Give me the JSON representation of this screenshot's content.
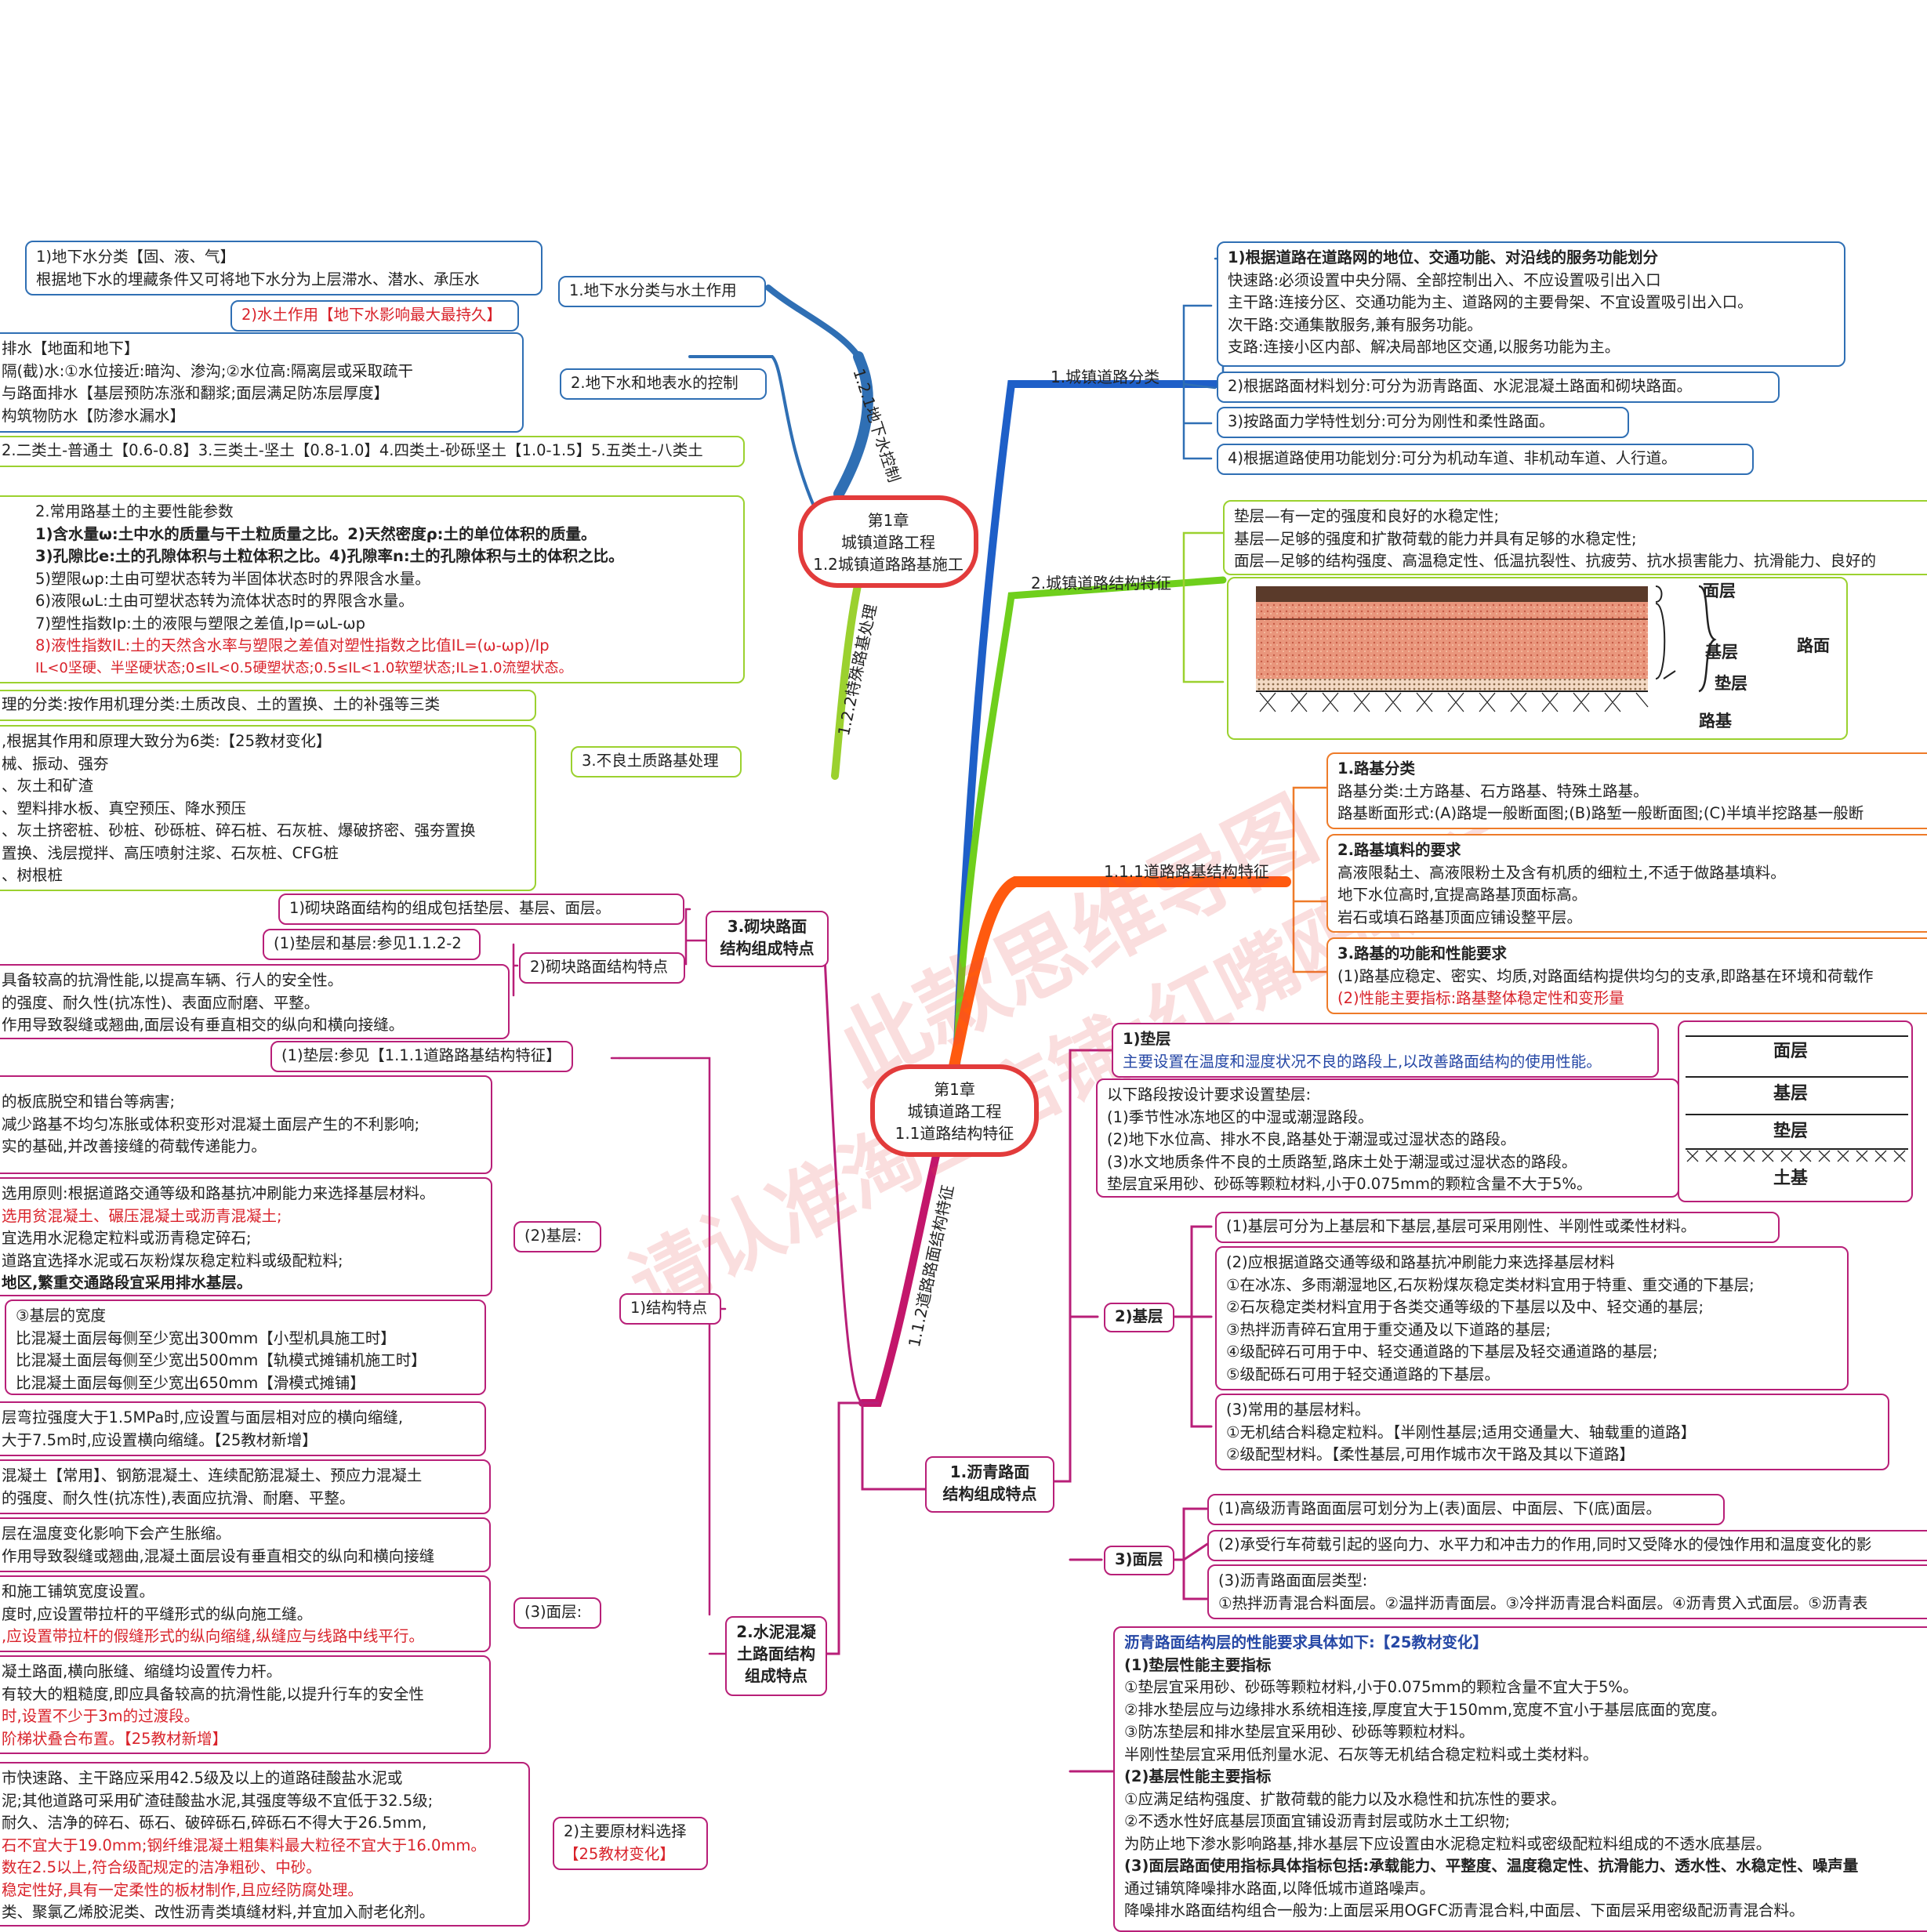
{
  "centers": {
    "top": [
      "第1章",
      "城镇道路工程",
      "1.2城镇道路路基施工"
    ],
    "bottom": [
      "第1章",
      "城镇道路工程",
      "1.1道路结构特征"
    ]
  },
  "branches": {
    "b121": "1.2.1地下水控制",
    "b122": "1.2.2特殊路基处理",
    "b112": "1.1.2道路路面结构特征"
  },
  "labels": {
    "water_class": "1.地下水分类与水土作用",
    "water_control": "2.地下水和地表水的控制",
    "bad_soil": "3.不良土质路基处理",
    "road_class": "1.城镇道路分类",
    "road_struct": "2.城镇道路结构特征",
    "subgrade_struct": "1.1.1道路路基结构特征",
    "block_pave": [
      "3.砌块路面",
      "结构组成特点"
    ],
    "concrete_pave": [
      "2.水泥混凝",
      "土路面结构",
      "组成特点"
    ],
    "asphalt_pave": [
      "1.沥青路面",
      "结构组成特点"
    ],
    "block_feature": "2)砌块路面结构特点",
    "struct_feature": "1)结构特点",
    "base_label": "(2)基层:",
    "surface_label": "(3)面层:",
    "materials": [
      "2)主要原材料选择",
      "【25教材变化】"
    ],
    "a_cushion": "1)垫层",
    "a_base": "2)基层",
    "a_surface": "3)面层"
  },
  "texts": {
    "wc1": [
      "1)地下水分类【固、液、气】",
      "根据地下水的埋藏条件又可将地下水分为上层滞水、潜水、承压水"
    ],
    "wc2": "2)水土作用【地下水影响最大最持久】",
    "wctl": [
      "排水【地面和地下】",
      "隔(截)水:①水位接近:暗沟、渗沟;②水位高:隔离层或采取疏干",
      "与路面排水【基层预防冻涨和翻浆;面层满足防冻层厚度】",
      "构筑物防水【防渗水漏水】"
    ],
    "soil_types": "2.二类土-普通土【0.6-0.8】3.三类土-坚土【0.8-1.0】4.四类土-砂砾坚土【1.0-1.5】5.五类土-八类土",
    "params_title": "2.常用路基土的主要性能参数",
    "params": [
      "1)含水量ω:土中水的质量与干土粒质量之比。2)天然密度ρ:土的单位体积的质量。",
      "3)孔隙比e:土的孔隙体积与土粒体积之比。4)孔隙率n:土的孔隙体积与土的体积之比。",
      "5)塑限ωp:土由可塑状态转为半固体状态时的界限含水量。",
      "6)液限ωL:土由可塑状态转为流体状态时的界限含水量。",
      "7)塑性指数Ip:土的液限与塑限之差值,Ip=ωL-ωp",
      "8)液性指数IL:土的天然含水率与塑限之差值对塑性指数之比值IL=(ω-ωp)/Ip",
      "IL<0坚硬、半坚硬状态;0≤IL<0.5硬塑状态;0.5≤IL<1.0软塑状态;IL≥1.0流塑状态。"
    ],
    "treat_class": "理的分类:按作用机理分类:土质改良、土的置换、土的补强等三类",
    "treat_methods": [
      ",根据其作用和原理大致分为6类:【25教材变化】",
      "械、振动、强夯",
      "、灰土和矿渣",
      "、塑料排水板、真空预压、降水预压",
      "、灰土挤密桩、砂桩、砂砾桩、碎石桩、石灰桩、爆破挤密、强夯置换",
      "置换、浅层搅拌、高压喷射注浆、石灰桩、CFG桩",
      "、树根桩"
    ],
    "rc1": [
      "1)根据道路在道路网的地位、交通功能、对沿线的服务功能划分",
      "快速路:必须设置中央分隔、全部控制出入、不应设置吸引出入口",
      "主干路:连接分区、交通功能为主、道路网的主要骨架、不宜设置吸引出入口。",
      "次干路:交通集散服务,兼有服务功能。",
      "支路:连接小区内部、解决局部地区交通,以服务功能为主。"
    ],
    "rc2": "2)根据路面材料划分:可分为沥青路面、水泥混凝土路面和砌块路面。",
    "rc3": "3)按路面力学特性划分:可分为刚性和柔性路面。",
    "rc4": "4)根据道路使用功能划分:可分为机动车道、非机动车道、人行道。",
    "rs": [
      "垫层—有一定的强度和良好的水稳定性;",
      "基层—足够的强度和扩散荷载的能力并具有足够的水稳定性;",
      "面层—足够的结构强度、高温稳定性、低温抗裂性、抗疲劳、抗水损害能力、抗滑能力、良好的"
    ],
    "layer_labels": [
      "面层",
      "基层",
      "垫层",
      "路基",
      "路面"
    ],
    "sg1": [
      "1.路基分类",
      "路基分类:土方路基、石方路基、特殊土路基。",
      "路基断面形式:(A)路堤一般断面图;(B)路堑一般断面图;(C)半填半挖路基一般断"
    ],
    "sg2": [
      "2.路基填料的要求",
      "高液限黏土、高液限粉土及含有机质的细粒土,不适于做路基填料。",
      "地下水位高时,宜提高路基顶面标高。",
      "岩石或填石路基顶面应铺设整平层。"
    ],
    "sg3": [
      "3.路基的功能和性能要求",
      "(1)路基应稳定、密实、均质,对路面结构提供均匀的支承,即路基在环境和荷载作",
      "(2)性能主要指标:路基整体稳定性和变形量"
    ],
    "blk1": "1)砌块路面结构的组成包括垫层、基层、面层。",
    "blk2": "(1)垫层和基层:参见1.1.2-2",
    "blk3": [
      "具备较高的抗滑性能,以提高车辆、行人的安全性。",
      "的强度、耐久性(抗冻性)、表面应耐磨、平整。",
      "作用导致裂缝或翘曲,面层设有垂直相交的纵向和横向接缝。"
    ],
    "cc_cushion": "(1)垫层:参见【1.1.1道路路基结构特征】",
    "cc_a": [
      "的板底脱空和错台等病害;",
      "减少路基不均匀冻胀或体积变形对混凝土面层产生的不利影响;",
      "实的基础,并改善接缝的荷载传递能力。"
    ],
    "cc_b": [
      "选用原则:根据道路交通等级和路基抗冲刷能力来选择基层材料。",
      "选用贫混凝土、碾压混凝土或沥青混凝土;",
      "宜选用水泥稳定粒料或沥青稳定碎石;",
      "道路宜选择水泥或石灰粉煤灰稳定粒料或级配粒料;",
      "地区,繁重交通路段宜采用排水基层。"
    ],
    "cc_c": [
      "③基层的宽度",
      "比混凝土面层每侧至少宽出300mm【小型机具施工时】",
      "比混凝土面层每侧至少宽出500mm【轨模式摊铺机施工时】",
      "比混凝土面层每侧至少宽出650mm【滑模式摊铺】"
    ],
    "cc_d": [
      "层弯拉强度大于1.5MPa时,应设置与面层相对应的横向缩缝,",
      "大于7.5m时,应设置横向缩缝。【25教材新增】"
    ],
    "cc_e": [
      "混凝土【常用】、钢筋混凝土、连续配筋混凝土、预应力混凝土",
      "的强度、耐久性(抗冻性),表面应抗滑、耐磨、平整。"
    ],
    "cc_f": [
      "层在温度变化影响下会产生胀缩。",
      "作用导致裂缝或翘曲,混凝土面层设有垂直相交的纵向和横向接缝"
    ],
    "cc_g": [
      "和施工铺筑宽度设置。",
      "度时,应设置带拉杆的平缝形式的纵向施工缝。",
      ",应设置带拉杆的假缝形式的纵向缩缝,纵缝应与线路中线平行。"
    ],
    "cc_h": [
      "凝土路面,横向胀缝、缩缝均设置传力杆。",
      "有较大的粗糙度,即应具备较高的抗滑性能,以提升行车的安全性",
      "时,设置不少于3m的过渡段。",
      "阶梯状叠合布置。【25教材新增】"
    ],
    "cc_i": [
      "市快速路、主干路应采用42.5级及以上的道路硅酸盐水泥或",
      "泥;其他道路可采用矿渣硅酸盐水泥,其强度等级不宜低于32.5级;",
      "耐久、洁净的碎石、砾石、破碎砾石,碎砾石不得大于26.5mm,",
      "石不宜大于19.0mm;钢纤维混凝土粗集料最大粒径不宜大于16.0mm。",
      "数在2.5以上,符合级配规定的洁净粗砂、中砂。",
      "稳定性好,具有一定柔性的板材制作,且应经防腐处理。",
      "类、聚氯乙烯胶泥类、改性沥青类填缝材料,并宜加入耐老化剂。"
    ],
    "ac1": [
      "1)垫层",
      "主要设置在温度和湿度状况不良的路段上,以改善路面结构的使用性能。"
    ],
    "ac2": [
      "以下路段按设计要求设置垫层:",
      "(1)季节性冰冻地区的中湿或潮湿路段。",
      "(2)地下水位高、排水不良,路基处于潮湿或过湿状态的路段。",
      "(3)水文地质条件不良的土质路堑,路床土处于潮湿或过湿状态的路段。",
      "垫层宜采用砂、砂砾等颗粒材料,小于0.075mm的颗粒含量不大于5%。"
    ],
    "fig2_labels": [
      "面层",
      "基层",
      "垫层",
      "土基"
    ],
    "ab1": "(1)基层可分为上基层和下基层,基层可采用刚性、半刚性或柔性材料。",
    "ab2": [
      "(2)应根据道路交通等级和路基抗冲刷能力来选择基层材料",
      "①在冰冻、多雨潮湿地区,石灰粉煤灰稳定类材料宜用于特重、重交通的下基层;",
      "②石灰稳定类材料宜用于各类交通等级的下基层以及中、轻交通的基层;",
      "③热拌沥青碎石宜用于重交通及以下道路的基层;",
      "④级配碎石可用于中、轻交通道路的下基层及轻交通道路的基层;",
      "⑤级配砾石可用于轻交通道路的下基层。"
    ],
    "ab3": [
      "(3)常用的基层材料。",
      "①无机结合料稳定粒料。【半刚性基层;适用交通量大、轴载重的道路】",
      "②级配型材料。【柔性基层,可用作城市次干路及其以下道路】"
    ],
    "as1": "(1)高级沥青路面面层可划分为上(表)面层、中面层、下(底)面层。",
    "as2": "(2)承受行车荷载引起的竖向力、水平力和冲击力的作用,同时又受降水的侵蚀作用和温度变化的影",
    "as3": [
      "(3)沥青路面面层类型:",
      "①热拌沥青混合料面层。②温拌沥青面层。③冷拌沥青混合料面层。④沥青贯入式面层。⑤沥青表"
    ],
    "perf": [
      "沥青路面结构层的性能要求具体如下:【25教材变化】",
      "(1)垫层性能主要指标",
      "①垫层宜采用砂、砂砾等颗粒材料,小于0.075mm的颗粒含量不宜大于5%。",
      "②排水垫层应与边缘排水系统相连接,厚度宜大于150mm,宽度不宜小于基层底面的宽度。",
      "③防冻垫层和排水垫层宜采用砂、砂砾等颗粒材料。",
      "半刚性垫层宜采用低剂量水泥、石灰等无机结合稳定粒料或土类材料。",
      "(2)基层性能主要指标",
      "①应满足结构强度、扩散荷载的能力以及水稳性和抗冻性的要求。",
      "②不透水性好底基层顶面宜铺设沥青封层或防水土工织物;",
      "为防止地下渗水影响路基,排水基层下应设置由水泥稳定粒料或密级配粒料组成的不透水底基层。",
      "(3)面层路面使用指标具体指标包括:承载能力、平整度、温度稳定性、抗滑能力、透水性、水稳定性、噪声量",
      "通过铺筑降噪排水路面,以降低城市道路噪声。",
      "降噪排水路面结构组合一般为:上面层采用OGFC沥青混合料,中面层、下面层采用密级配沥青混合料。"
    ]
  },
  "watermark": [
    "此款思维导图",
    "请认准淘宝店铺:红嘴鸥教育"
  ],
  "colors": {
    "blue": "#2f6fb4",
    "green": "#9bd12f",
    "magenta": "#b81f78",
    "orange": "#ee7b29",
    "red": "#d9232b"
  }
}
